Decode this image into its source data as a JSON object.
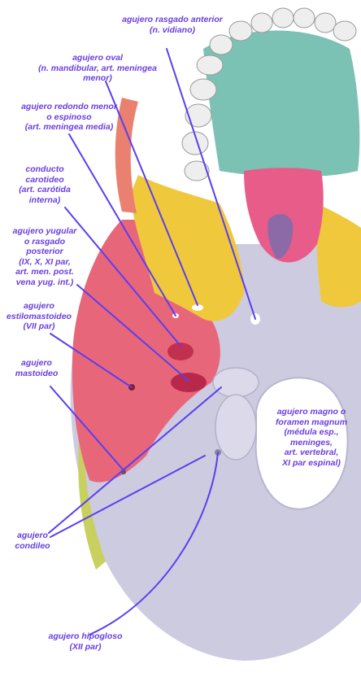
{
  "colors": {
    "label_text": "#6a3ee0",
    "pointer": "#5a3ef0",
    "bone_occipital": "#cdcbe0",
    "bone_temporal": "#e8667a",
    "bone_sphenoid": "#f0c83c",
    "bone_palatine": "#7cc2b4",
    "bone_vomer": "#e85c8a",
    "bone_zygomatic": "#c8d060",
    "teeth": "#eeeeee"
  },
  "labels": {
    "rasgado_anterior": [
      "agujero rasgado anterior",
      "(n. vidiano)"
    ],
    "oval": [
      "agujero oval",
      "(n. mandibular, art. meningea",
      "menor)"
    ],
    "redondo_menor": [
      "agujero redondo menor",
      "o espinoso",
      "(art. meningea media)"
    ],
    "carotideo": [
      "conducto",
      "carotideo",
      "(art. carótida",
      "interna)"
    ],
    "yugular": [
      "agujero yugular",
      "o rasgado",
      "posterior",
      "(IX, X, XI par,",
      "art. men. post.",
      "vena yug. int.)"
    ],
    "estilomastoideo": [
      "agujero",
      "estilomastoideo",
      "(VII par)"
    ],
    "mastoideo": [
      "agujero",
      "mastoideo"
    ],
    "magno": [
      "agujero magno o",
      "foramen magnum",
      "(médula esp.,",
      "meninges,",
      "art. vertebral,",
      "XI par espinal)"
    ],
    "condileo": [
      "agujero",
      "condileo"
    ],
    "hipogloso": [
      "agujero hipogloso",
      "(XII par)"
    ]
  }
}
